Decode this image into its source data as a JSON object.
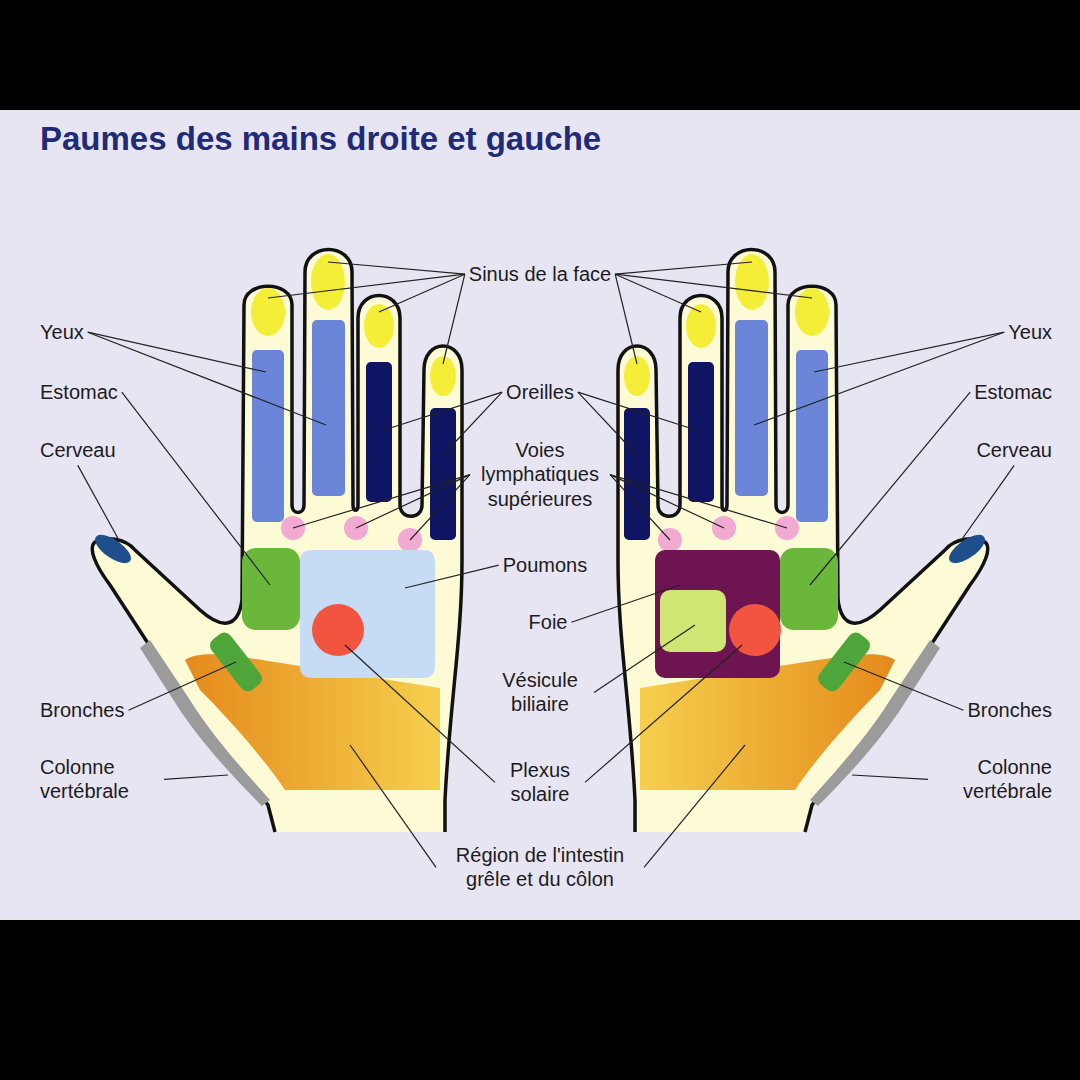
{
  "diagram": {
    "title": "Paumes des mains droite et gauche",
    "labels": [
      "Sinus de la face",
      "Yeux",
      "Yeux",
      "Estomac",
      "Oreilles",
      "Estomac",
      "Cerveau",
      "Voies lymphatiques supérieures",
      "Cerveau",
      "Poumons",
      "Foie",
      "Vésicule biliaire",
      "Bronches",
      "Bronches",
      "Colonne vertébrale",
      "Plexus solaire",
      "Colonne vertébrale",
      "Région de l'intestin grêle et du côlon"
    ]
  }
}
